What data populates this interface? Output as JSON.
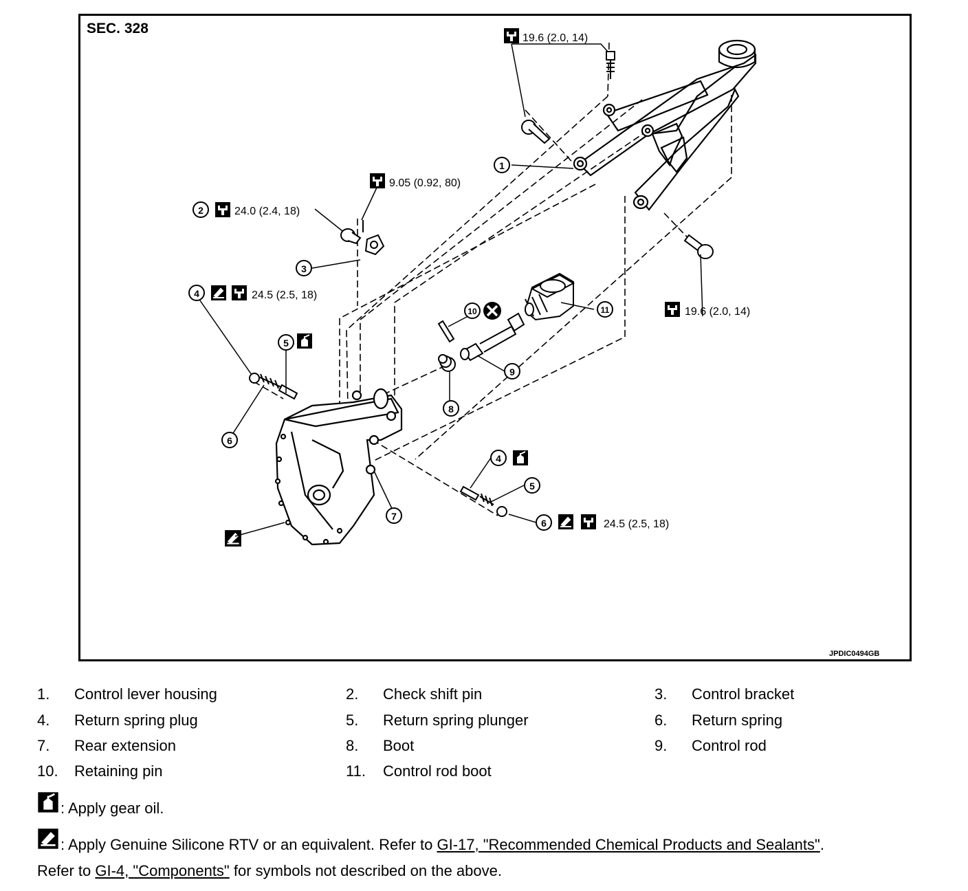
{
  "diagram": {
    "section": "SEC. 328",
    "code": "JPDIC0494GB",
    "torques": {
      "t1": "19.6 (2.0, 14)",
      "t2": "9.05 (0.92, 80)",
      "t3": "24.0 (2.4, 18)",
      "t4": "24.5 (2.5, 18)",
      "t5": "19.6 (2.0, 14)",
      "t6": "24.5 (2.5, 18)"
    },
    "callouts": [
      "1",
      "2",
      "3",
      "4",
      "5",
      "6",
      "7",
      "8",
      "9",
      "10",
      "11",
      "4",
      "5",
      "6"
    ]
  },
  "legend": [
    {
      "num": "1.",
      "label": "Control lever housing"
    },
    {
      "num": "2.",
      "label": "Check shift pin"
    },
    {
      "num": "3.",
      "label": "Control bracket"
    },
    {
      "num": "4.",
      "label": "Return spring plug"
    },
    {
      "num": "5.",
      "label": "Return spring plunger"
    },
    {
      "num": "6.",
      "label": "Return spring"
    },
    {
      "num": "7.",
      "label": "Rear extension"
    },
    {
      "num": "8.",
      "label": "Boot"
    },
    {
      "num": "9.",
      "label": "Control rod"
    },
    {
      "num": "10.",
      "label": "Retaining pin"
    },
    {
      "num": "11.",
      "label": "Control rod boot"
    }
  ],
  "notes": {
    "gear_oil": ": Apply gear oil.",
    "rtv_prefix": ": Apply Genuine Silicone RTV or an equivalent. Refer to ",
    "rtv_link": "GI-17, \"Recommended Chemical Products and Sealants\"",
    "rtv_suffix": ".",
    "refer_prefix": "Refer to ",
    "refer_link": "GI-4, \"Components\"",
    "refer_suffix": " for symbols not described on the above."
  }
}
